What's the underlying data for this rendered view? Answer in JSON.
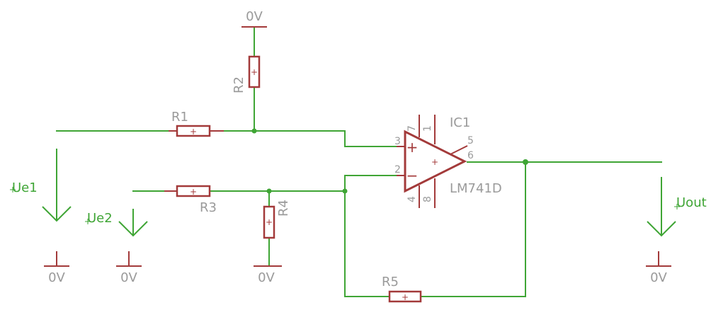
{
  "labels": {
    "r1": "R1",
    "r2": "R2",
    "r3": "R3",
    "r4": "R4",
    "r5": "R5",
    "ic_name": "IC1",
    "ic_value": "LM741D",
    "gnd_top": "0V",
    "gnd_ue1": "0V",
    "gnd_ue2": "0V",
    "gnd_r4": "0V",
    "gnd_out": "0V",
    "ue1": "Ue1",
    "ue2": "Ue2",
    "uout": "Uout"
  },
  "pins": {
    "p1": "1",
    "p2": "2",
    "p3": "3",
    "p4": "4",
    "p5": "5",
    "p6": "6",
    "p7": "7",
    "p8": "8"
  },
  "signs": {
    "plus": "+",
    "minus": "−",
    "center": "+",
    "res_mark": "+"
  },
  "colors": {
    "wire": "#3fa535",
    "symbol": "#a33a3a",
    "label": "#9a9a9a"
  }
}
